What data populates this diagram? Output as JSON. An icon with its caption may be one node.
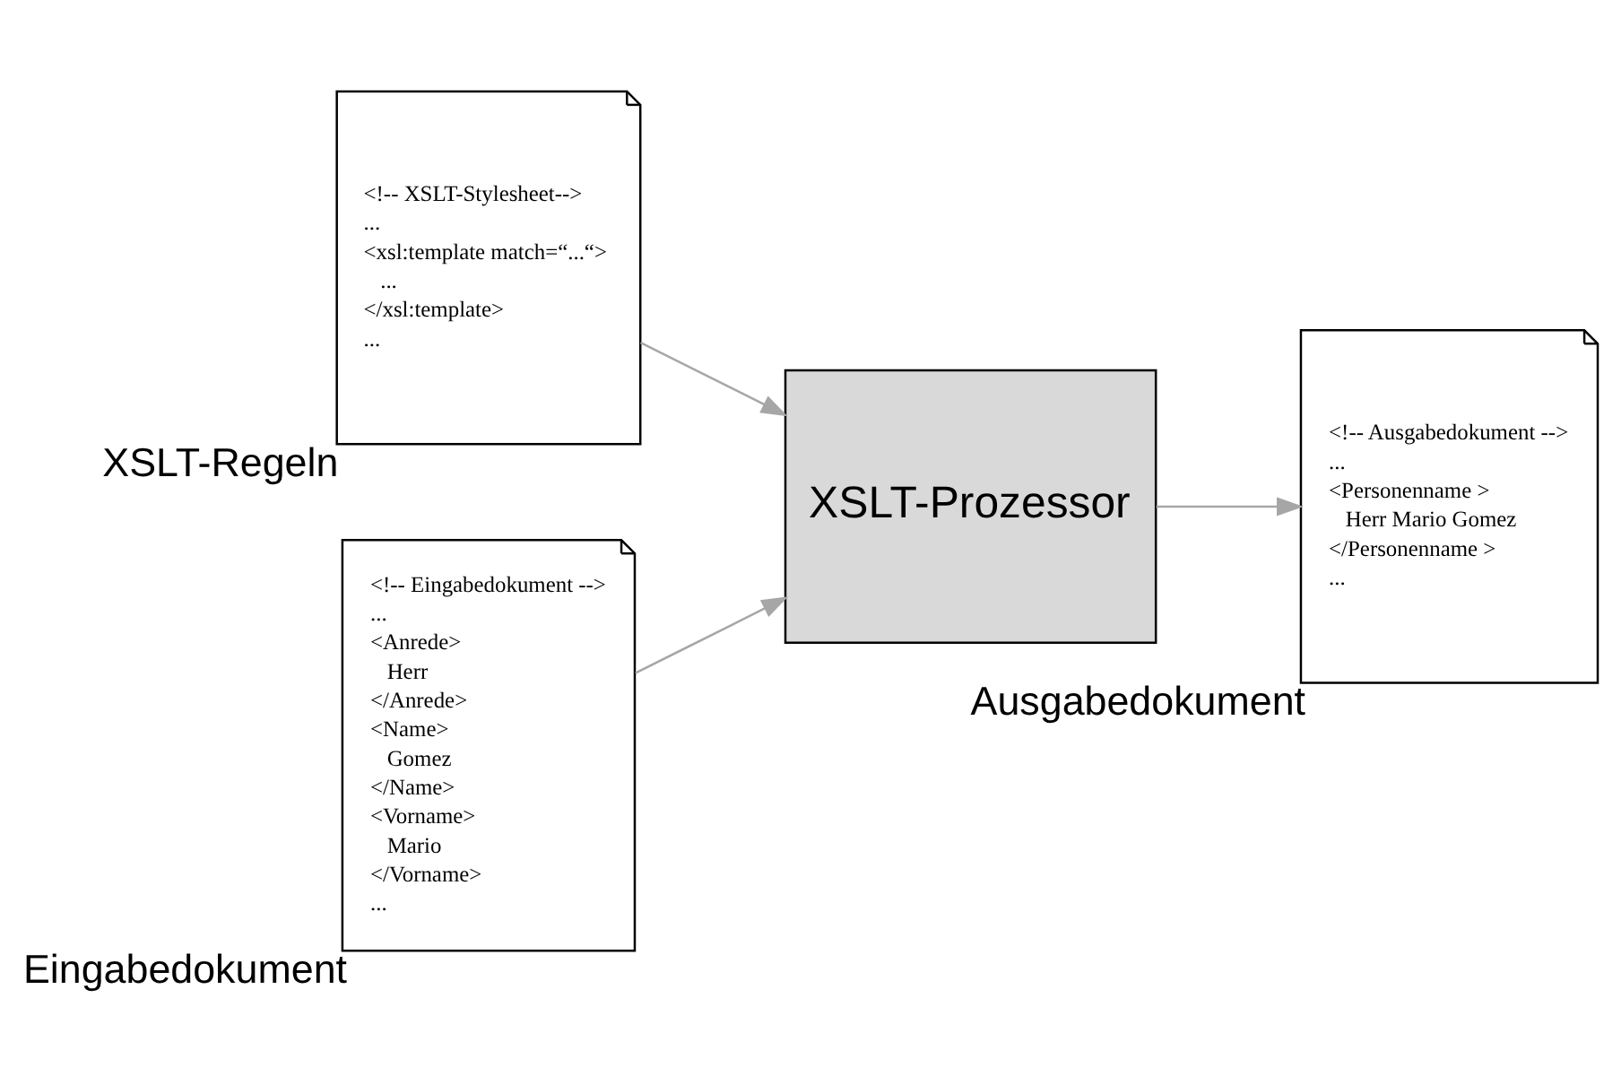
{
  "diagram": {
    "nodes": [
      {
        "text": [
          "<!-- XSLT-Stylesheet-->",
          "...",
          "<xsl:template match=“...“>",
          "...",
          "</xsl:template>",
          "..."
        ],
        "beside": [
          "XSLT-Regeln"
        ]
      },
      {
        "text": [
          "<!-- Eingabedokument -->",
          "...",
          "<Anrede>",
          "Herr",
          "</Anrede>",
          "<Name>",
          "Gomez",
          "</Name>",
          "<Vorname>",
          "Mario",
          "</Vorname>",
          "..."
        ],
        "beside": [
          "Eingabedokument"
        ]
      },
      {
        "text": [
          "XSLT-Prozessor"
        ]
      },
      {
        "text": [
          "<!-- Ausgabedokument -->",
          "...",
          "<Personenname >",
          "Herr Mario Gomez",
          "</Personenname >",
          "..."
        ],
        "beside": [
          "Ausgabedokument"
        ]
      }
    ],
    "edges": [
      {
        "from": 0,
        "to": 2,
        "arrow": "to"
      },
      {
        "from": 1,
        "to": 2,
        "arrow": "to"
      },
      {
        "from": 2,
        "to": 3,
        "arrow": "to"
      }
    ]
  }
}
